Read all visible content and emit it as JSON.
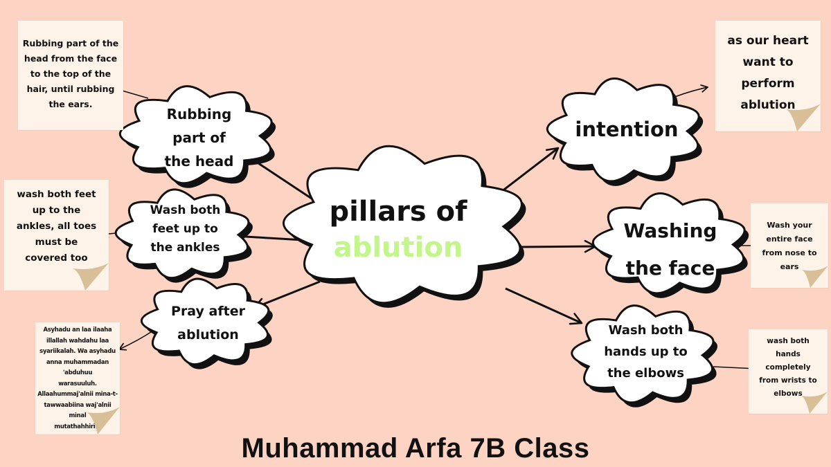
{
  "colors": {
    "background": "#fdd3c3",
    "note_paper": "#fef3e8",
    "note_fold": "#d9bf98",
    "cloud_fill": "#ffffff",
    "outline": "#111111",
    "accent_green": "#c2f58a"
  },
  "center": {
    "line1": "pillars of",
    "line2": "ablution"
  },
  "nodes": [
    {
      "id": "rubbing-head",
      "label_lines": [
        "Rubbing",
        "part of",
        "the head"
      ]
    },
    {
      "id": "wash-feet",
      "label_lines": [
        "Wash both",
        "feet up to",
        "the ankles"
      ]
    },
    {
      "id": "pray-after",
      "label_lines": [
        "Pray after",
        "ablution"
      ]
    },
    {
      "id": "intention",
      "label_lines": [
        "intention"
      ]
    },
    {
      "id": "washing-face",
      "label_lines": [
        "Washing",
        "the face"
      ]
    },
    {
      "id": "wash-hands",
      "label_lines": [
        "Wash both",
        "hands up to",
        "the elbows"
      ]
    }
  ],
  "notes": [
    {
      "id": "rubbing-head-note",
      "lines": [
        "Rubbing part of the",
        "head from the face",
        "to the top of the",
        "hair, until rubbing",
        "the ears."
      ]
    },
    {
      "id": "wash-feet-note",
      "lines": [
        "wash both feet",
        "up to the",
        "ankles, all toes",
        "must be",
        "covered too"
      ]
    },
    {
      "id": "pray-after-note",
      "lines": [
        "Asyhadu an laa ilaaha",
        "illallah wahdahu laa",
        "syariikalah. Wa asyhadu",
        "anna muhammadan 'abduhuu",
        "warasuuluh.",
        "Allaahummaj'alnii mina-t-",
        "tawwaabiina waj'alnii minal",
        "mutathahhiriin"
      ]
    },
    {
      "id": "intention-note",
      "lines": [
        "as our heart",
        "want to",
        "perform",
        "ablution"
      ]
    },
    {
      "id": "washing-face-note",
      "lines": [
        "Wash your",
        "entire face",
        "from nose to",
        "ears"
      ]
    },
    {
      "id": "wash-hands-note",
      "lines": [
        "wash both",
        "hands",
        "completely",
        "from wrists to",
        "elbows"
      ]
    }
  ],
  "footer": {
    "title": "Muhammad Arfa 7B Class"
  }
}
